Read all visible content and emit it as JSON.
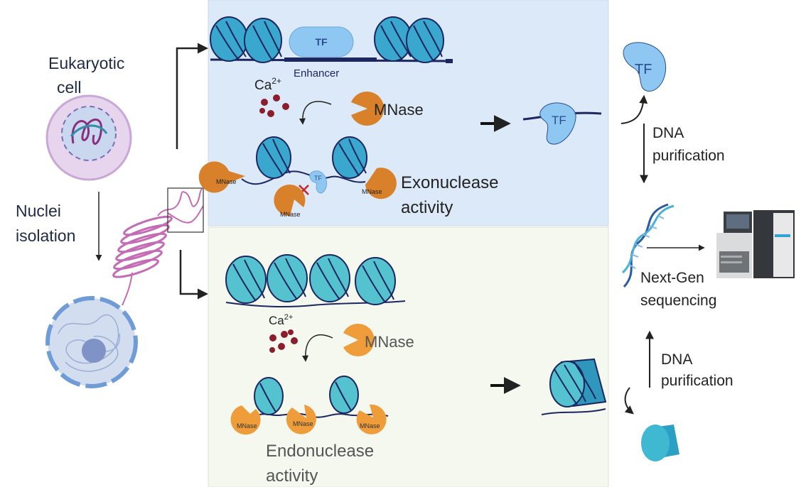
{
  "labels": {
    "cell_line1": "Eukaryotic",
    "cell_line2": "cell",
    "nuclei_line1": "Nuclei",
    "nuclei_line2": "isolation",
    "tf": "TF",
    "enhancer": "Enhancer",
    "ca": "Ca",
    "ca_charge": "2+",
    "mnase": "MNase",
    "exo_line1": "Exonuclease",
    "exo_line2": "activity",
    "endo_line1": "Endonuclease",
    "endo_line2": "activity",
    "dna_line1": "DNA",
    "dna_line2": "purification",
    "ngs_line1": "Next-Gen",
    "ngs_line2": "sequencing"
  },
  "colors": {
    "top_panel": "#dce9f8",
    "bottom_panel": "#f5f8ee",
    "nucleosome": "#3aa7cf",
    "nucleosome_dark": "#1d7ea5",
    "bottom_nucleosome": "#55c3cf",
    "dna": "#1c2660",
    "tf": "#8fc7f3",
    "mnase": "#d9812a",
    "mnase_light": "#ef9d3b",
    "calcium": "#8b1d2c",
    "chromatin": "#c46bb5",
    "nucleus": "#c9d7ef",
    "cell": "#e7d5ee"
  }
}
